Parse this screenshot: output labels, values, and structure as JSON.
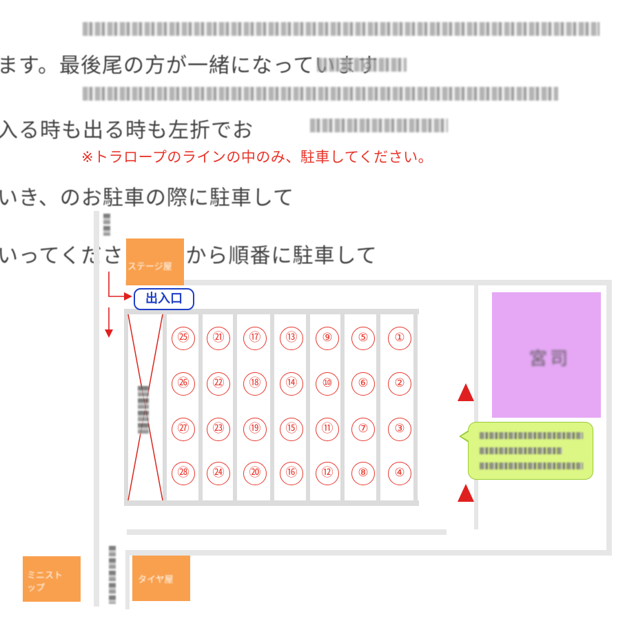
{
  "notice": "※トラロープのラインの中のみ、駐車してください。",
  "ghost_text": {
    "line1": "ます。最後尾の方が一緒になっています",
    "line2": "入る時も出る時も左折でお",
    "line3": "いき、のお駐車の際に駐車して",
    "line4": "いってください。①から順番に駐車して"
  },
  "exit_label": "出入口",
  "buildings": {
    "stage": "ステージ屋",
    "shrine": "宮司",
    "mini_stop": "ミニストップ",
    "tire_shop": "タイヤ屋"
  },
  "stall_numbers": [
    "㉕",
    "㉑",
    "⑰",
    "⑬",
    "⑨",
    "⑤",
    "①",
    "㉖",
    "㉒",
    "⑱",
    "⑭",
    "⑩",
    "⑥",
    "②",
    "㉗",
    "㉓",
    "⑲",
    "⑮",
    "⑪",
    "⑦",
    "③",
    "㉘",
    "㉔",
    "⑳",
    "⑯",
    "⑫",
    "⑧",
    "④"
  ],
  "colors": {
    "notice": "#e8352b",
    "exit": "#1f3fc7",
    "building_orange": "#f9a04e",
    "shrine_pink": "#e6a8f5",
    "bubble_green": "#dcf784",
    "arrow_red": "#e02020"
  }
}
